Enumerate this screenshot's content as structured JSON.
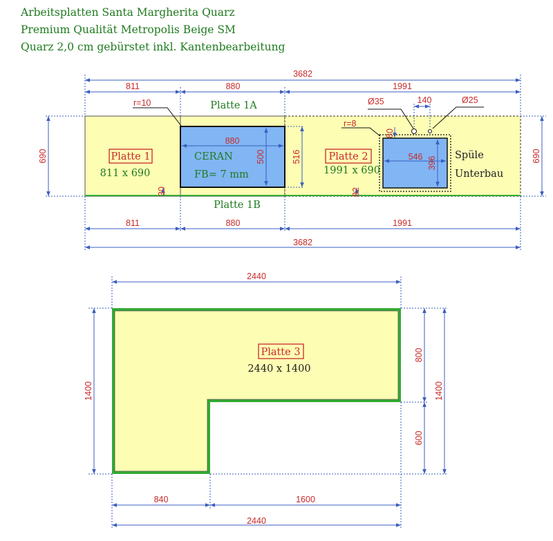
{
  "header": {
    "line1": "Arbeitsplatten Santa Margherita Quarz",
    "line2": "Premium Qualität Metropolis Beige SM",
    "line3": "Quarz 2,0 cm gebürstet inkl. Kantenbearbeitung"
  },
  "colors": {
    "slab_fill": "#fdfdb4",
    "cutout_fill": "#81b5f4",
    "dim_line": "#3b5fc0",
    "dim_text": "#c82a2a",
    "green_text": "#1f7a1f",
    "green_edge": "#33aa33"
  },
  "top": {
    "dims": {
      "total": "3682",
      "p1_width": "811",
      "p1a_width": "880",
      "p2_width": "1991",
      "height": "690",
      "height_right": "690",
      "ceran_w": "880",
      "ceran_h": "500",
      "ceran_depth": "516",
      "ceran_offset": "30",
      "sink_w": "546",
      "sink_h": "396",
      "sink_top": "80",
      "sink_bottom": "82",
      "hole1": "Ø35",
      "hole2": "Ø25",
      "hole_dist": "140",
      "radius1": "r=10",
      "radius2": "r=8"
    },
    "labels": {
      "platte1": "Platte 1",
      "platte1_size": "811 x 690",
      "platte1a": "Platte 1A",
      "platte1b": "Platte 1B",
      "platte2": "Platte 2",
      "platte2_size": "1991 x 690",
      "ceran": "CERAN",
      "ceran_fb": "FB= 7 mm",
      "spuele": "Spüle",
      "unterbau": "Unterbau"
    }
  },
  "bottom": {
    "dims": {
      "top_w": "2440",
      "bot_w": "2440",
      "left_seg": "840",
      "right_seg": "1600",
      "height_left": "1400",
      "height_right": "1400",
      "upper_r": "800",
      "lower_r": "600"
    },
    "labels": {
      "platte3": "Platte 3",
      "platte3_size": "2440 x 1400"
    }
  }
}
